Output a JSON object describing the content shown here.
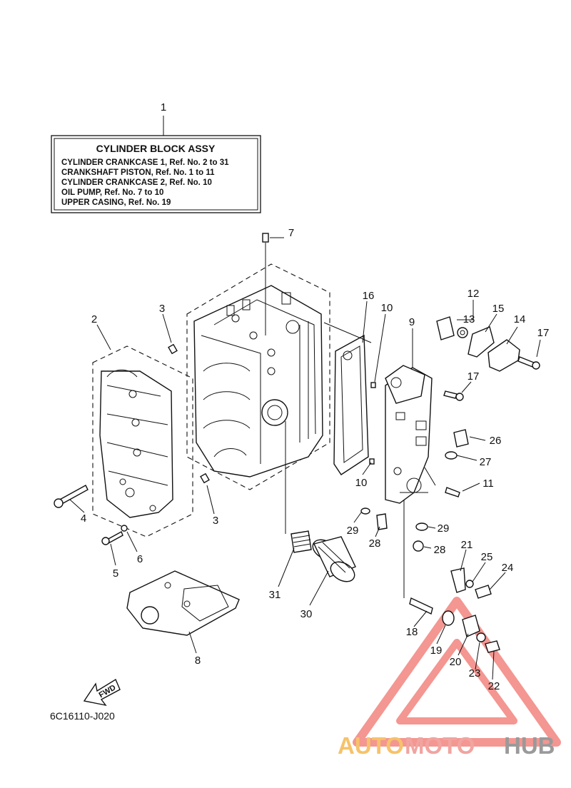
{
  "info_box": {
    "ref_label": "1",
    "title": "CYLINDER BLOCK ASSY",
    "lines": [
      "CYLINDER CRANKCASE 1,  Ref. No. 2 to 31",
      "CRANKSHAFT PISTON,  Ref. No. 1 to 11",
      "CYLINDER CRANKCASE 2,  Ref. No. 10",
      "OIL PUMP,  Ref. No. 7 to 10",
      "UPPER CASING,  Ref. No. 19"
    ]
  },
  "callouts": [
    "2",
    "3",
    "3",
    "4",
    "5",
    "6",
    "7",
    "8",
    "9",
    "10",
    "10",
    "11",
    "12",
    "13",
    "14",
    "15",
    "16",
    "17",
    "17",
    "18",
    "19",
    "20",
    "21",
    "22",
    "23",
    "24",
    "25",
    "26",
    "27",
    "28",
    "28",
    "29",
    "29",
    "30",
    "31"
  ],
  "fwd_label": "FWD",
  "drawing_code": "6C16110-J020",
  "watermark": {
    "part1": "AUTO",
    "part2": "MOTO",
    "part3": "HUB",
    "color1": "#f6c26b",
    "color2": "#f1a4a0",
    "color3": "#9a9a9a",
    "triangle_color": "#ee5a52"
  }
}
